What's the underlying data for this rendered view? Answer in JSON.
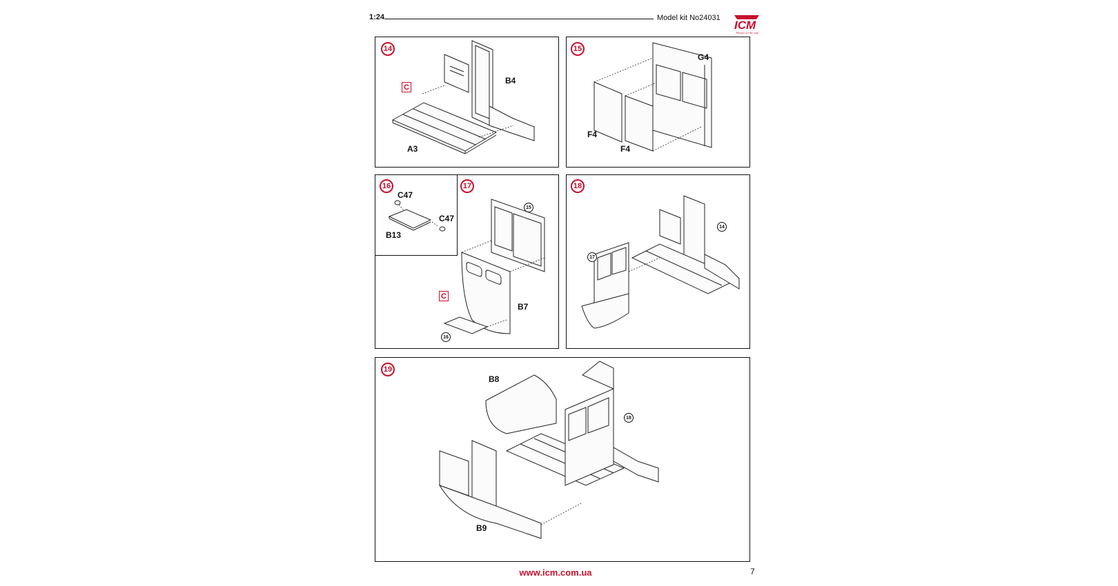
{
  "header": {
    "scale": "1:24",
    "model_kit": "Model kit No24031",
    "logo_text": "ICM",
    "logo_slogan": "Always on the top!"
  },
  "steps": {
    "s14": {
      "number": "14",
      "labels": {
        "b4": "B4",
        "a3": "A3"
      },
      "cement": "C"
    },
    "s15": {
      "number": "15",
      "labels": {
        "g4": "G4",
        "f4a": "F4",
        "f4b": "F4"
      }
    },
    "s16": {
      "number": "16",
      "labels": {
        "c47a": "C47",
        "c47b": "C47",
        "b13": "B13"
      }
    },
    "s17": {
      "number": "17",
      "labels": {
        "b7": "B7"
      },
      "refs": {
        "r15": "15",
        "r16": "16"
      },
      "cement": "C"
    },
    "s18": {
      "number": "18",
      "refs": {
        "r14": "14",
        "r17": "17"
      }
    },
    "s19": {
      "number": "19",
      "labels": {
        "b8": "B8",
        "b9": "B9"
      },
      "refs": {
        "r18": "18"
      }
    }
  },
  "footer": {
    "url": "www.icm.com.ua",
    "page": "7"
  },
  "colors": {
    "accent": "#c8102e",
    "line": "#222222"
  }
}
